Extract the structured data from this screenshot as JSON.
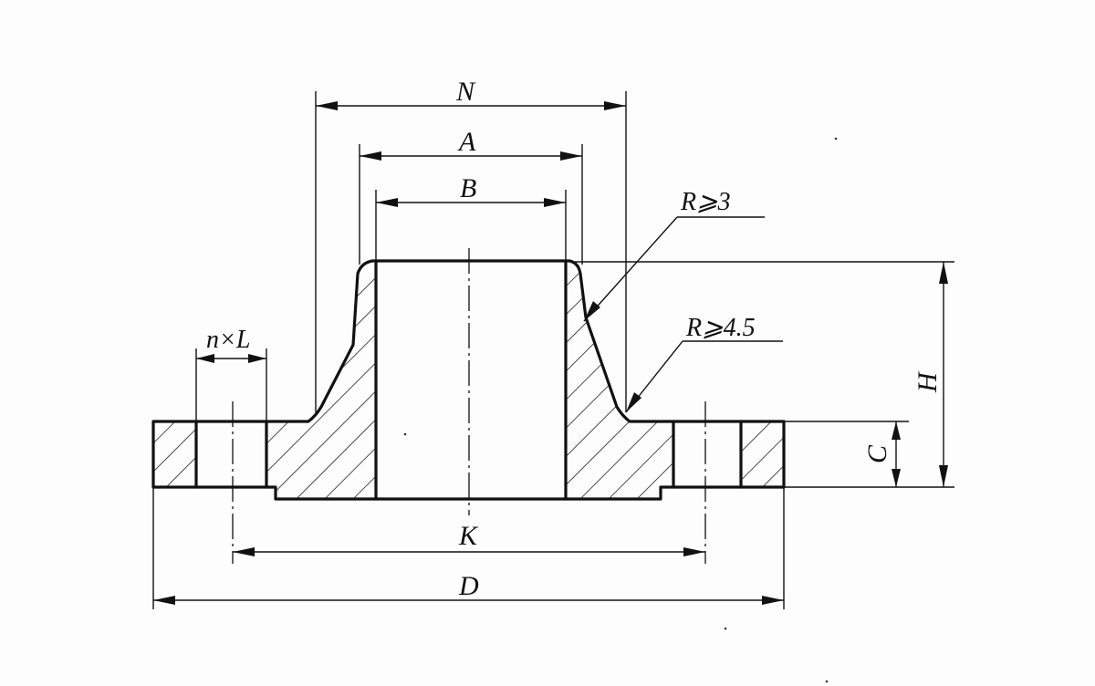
{
  "labels": {
    "N": "N",
    "A": "A",
    "B": "B",
    "K": "K",
    "D": "D",
    "H": "H",
    "C": "C",
    "nL": "n×L",
    "R1": "R⩾3",
    "R2": "R⩾4.5"
  }
}
